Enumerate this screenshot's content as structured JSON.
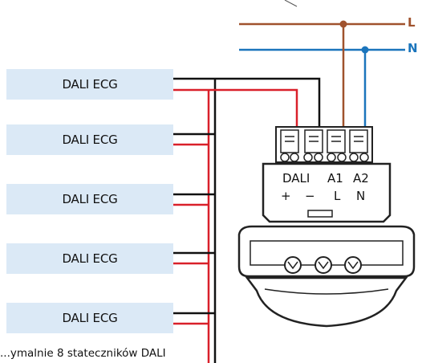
{
  "supply": {
    "line_label": "L",
    "neutral_label": "N"
  },
  "ecgs": [
    "DALI ECG",
    "DALI ECG",
    "DALI ECG",
    "DALI ECG",
    "DALI ECG"
  ],
  "terminals": {
    "group_dali": "DALI",
    "group_a1": "A1",
    "group_a2": "A2",
    "plus": "+",
    "minus": "−",
    "l": "L",
    "n": "N"
  },
  "note": "...ymalnie 8 stateczników DALI",
  "colors": {
    "line": "#a0522d",
    "neutral": "#1b75bc",
    "dali_red": "#d9202a",
    "dali_black": "#111111",
    "ecg_box": "#dbe9f6"
  }
}
